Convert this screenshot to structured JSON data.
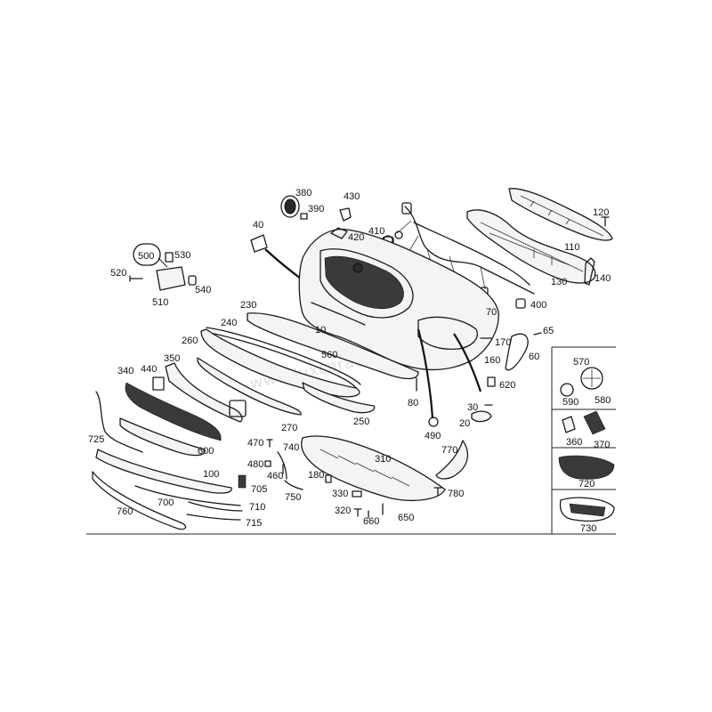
{
  "watermark": "www.luxcarautoparts.com",
  "callouts": [
    {
      "id": "c380",
      "label": "380"
    },
    {
      "id": "c430",
      "label": "430"
    },
    {
      "id": "c390",
      "label": "390"
    },
    {
      "id": "c410",
      "label": "410"
    },
    {
      "id": "c420",
      "label": "420"
    },
    {
      "id": "c40",
      "label": "40"
    },
    {
      "id": "c120",
      "label": "120"
    },
    {
      "id": "c110",
      "label": "110"
    },
    {
      "id": "c130",
      "label": "130"
    },
    {
      "id": "c140",
      "label": "140"
    },
    {
      "id": "c400",
      "label": "400"
    },
    {
      "id": "c70",
      "label": "70"
    },
    {
      "id": "c500",
      "label": "500"
    },
    {
      "id": "c530",
      "label": "530"
    },
    {
      "id": "c520",
      "label": "520"
    },
    {
      "id": "c540",
      "label": "540"
    },
    {
      "id": "c510",
      "label": "510"
    },
    {
      "id": "c230",
      "label": "230"
    },
    {
      "id": "c10",
      "label": "10"
    },
    {
      "id": "c240",
      "label": "240"
    },
    {
      "id": "c260",
      "label": "260"
    },
    {
      "id": "c65",
      "label": "65"
    },
    {
      "id": "c170",
      "label": "170"
    },
    {
      "id": "c160",
      "label": "160"
    },
    {
      "id": "c60",
      "label": "60"
    },
    {
      "id": "c350",
      "label": "350"
    },
    {
      "id": "c560",
      "label": "560"
    },
    {
      "id": "c620",
      "label": "620"
    },
    {
      "id": "c340",
      "label": "340"
    },
    {
      "id": "c440",
      "label": "440"
    },
    {
      "id": "c570",
      "label": "570"
    },
    {
      "id": "c590",
      "label": "590"
    },
    {
      "id": "c580",
      "label": "580"
    },
    {
      "id": "c80",
      "label": "80"
    },
    {
      "id": "c30",
      "label": "30"
    },
    {
      "id": "c250",
      "label": "250"
    },
    {
      "id": "c20",
      "label": "20"
    },
    {
      "id": "c270",
      "label": "270"
    },
    {
      "id": "c490",
      "label": "490"
    },
    {
      "id": "c725",
      "label": "725"
    },
    {
      "id": "c600",
      "label": "600"
    },
    {
      "id": "c470",
      "label": "470"
    },
    {
      "id": "c740",
      "label": "740"
    },
    {
      "id": "c310",
      "label": "310"
    },
    {
      "id": "c770",
      "label": "770"
    },
    {
      "id": "c360",
      "label": "360"
    },
    {
      "id": "c370",
      "label": "370"
    },
    {
      "id": "c480",
      "label": "480"
    },
    {
      "id": "c460",
      "label": "460"
    },
    {
      "id": "c100",
      "label": "100"
    },
    {
      "id": "c180",
      "label": "180"
    },
    {
      "id": "c705",
      "label": "705"
    },
    {
      "id": "c750",
      "label": "750"
    },
    {
      "id": "c780",
      "label": "780"
    },
    {
      "id": "c330",
      "label": "330"
    },
    {
      "id": "c720",
      "label": "720"
    },
    {
      "id": "c760",
      "label": "760"
    },
    {
      "id": "c700",
      "label": "700"
    },
    {
      "id": "c710",
      "label": "710"
    },
    {
      "id": "c320",
      "label": "320"
    },
    {
      "id": "c650",
      "label": "650"
    },
    {
      "id": "c660",
      "label": "660"
    },
    {
      "id": "c715",
      "label": "715"
    },
    {
      "id": "c730",
      "label": "730"
    }
  ]
}
